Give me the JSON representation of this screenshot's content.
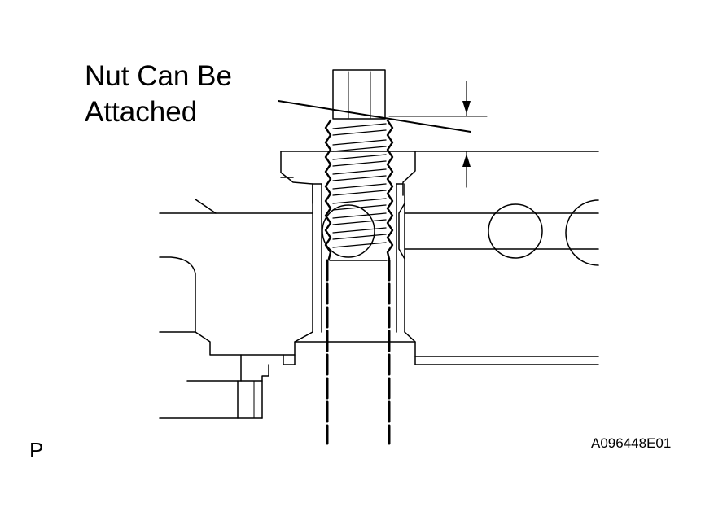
{
  "callout": {
    "line1": "Nut Can Be",
    "line2": "Attached"
  },
  "view_letter": "P",
  "figure_code": "A096448E01",
  "colors": {
    "line": "#000000",
    "background": "#ffffff"
  }
}
